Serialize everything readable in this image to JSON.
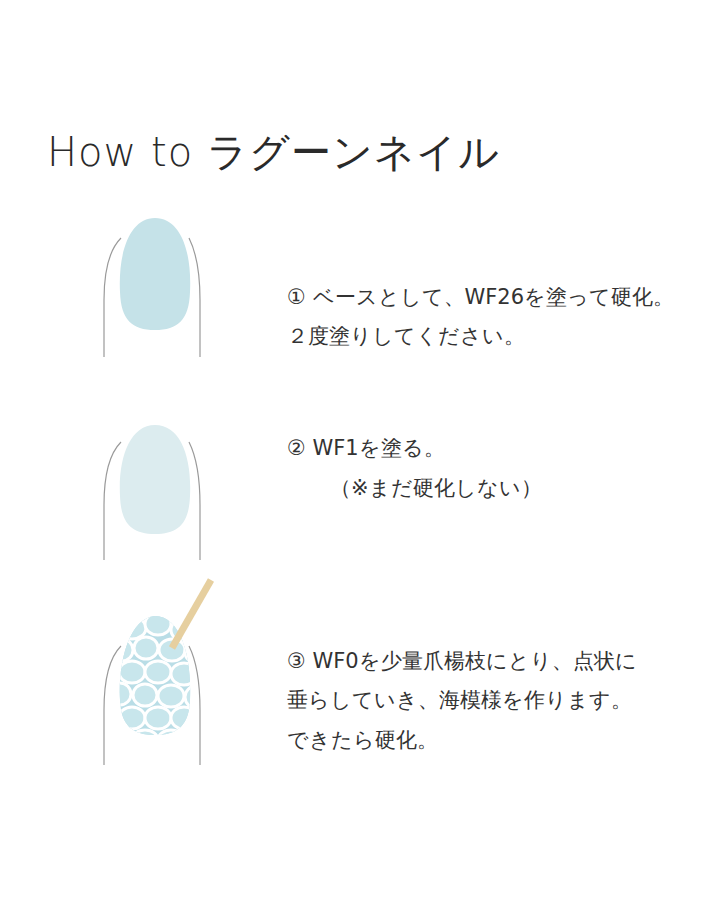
{
  "diagram": {
    "title": "How to ラグーンネイル",
    "labels": [
      "① ベースとして、WF26を塗って硬化。",
      "２度塗りしてください。",
      "② WF1を塗る。",
      "（※まだ硬化しない）",
      "③ WF0を少量爪楊枝にとり、点状に",
      "垂らしていき、海模様を作ります。",
      "できたら硬化。"
    ]
  }
}
